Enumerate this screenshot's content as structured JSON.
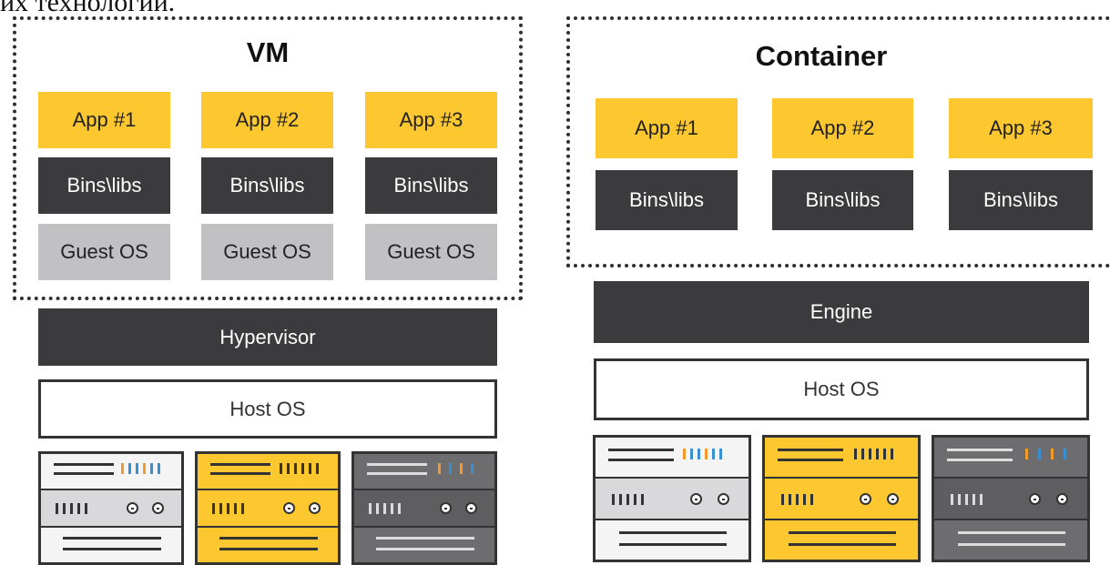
{
  "header_text": "их технологий.",
  "vm": {
    "title": "VM",
    "apps": [
      "App #1",
      "App #2",
      "App #3"
    ],
    "bins": [
      "Bins\\libs",
      "Bins\\libs",
      "Bins\\libs"
    ],
    "guest_os": [
      "Guest OS",
      "Guest OS",
      "Guest OS"
    ],
    "hypervisor": "Hypervisor",
    "host_os": "Host OS"
  },
  "container": {
    "title": "Container",
    "apps": [
      "App #1",
      "App #2",
      "App #3"
    ],
    "bins": [
      "Bins\\libs",
      "Bins\\libs",
      "Bins\\libs"
    ],
    "engine": "Engine",
    "host_os": "Host OS"
  },
  "colors": {
    "app": "#fdc82f",
    "bins": "#3b3b3d",
    "guest_os": "#c1c1c3",
    "server_light": "#eeeeee",
    "server_yellow": "#fdc82f",
    "server_dark": "#6d6d6f",
    "tick_blue": "#3a8fd0",
    "tick_orange": "#f29a2e"
  },
  "server_icons": [
    "server-light-icon",
    "server-yellow-icon",
    "server-dark-icon"
  ]
}
